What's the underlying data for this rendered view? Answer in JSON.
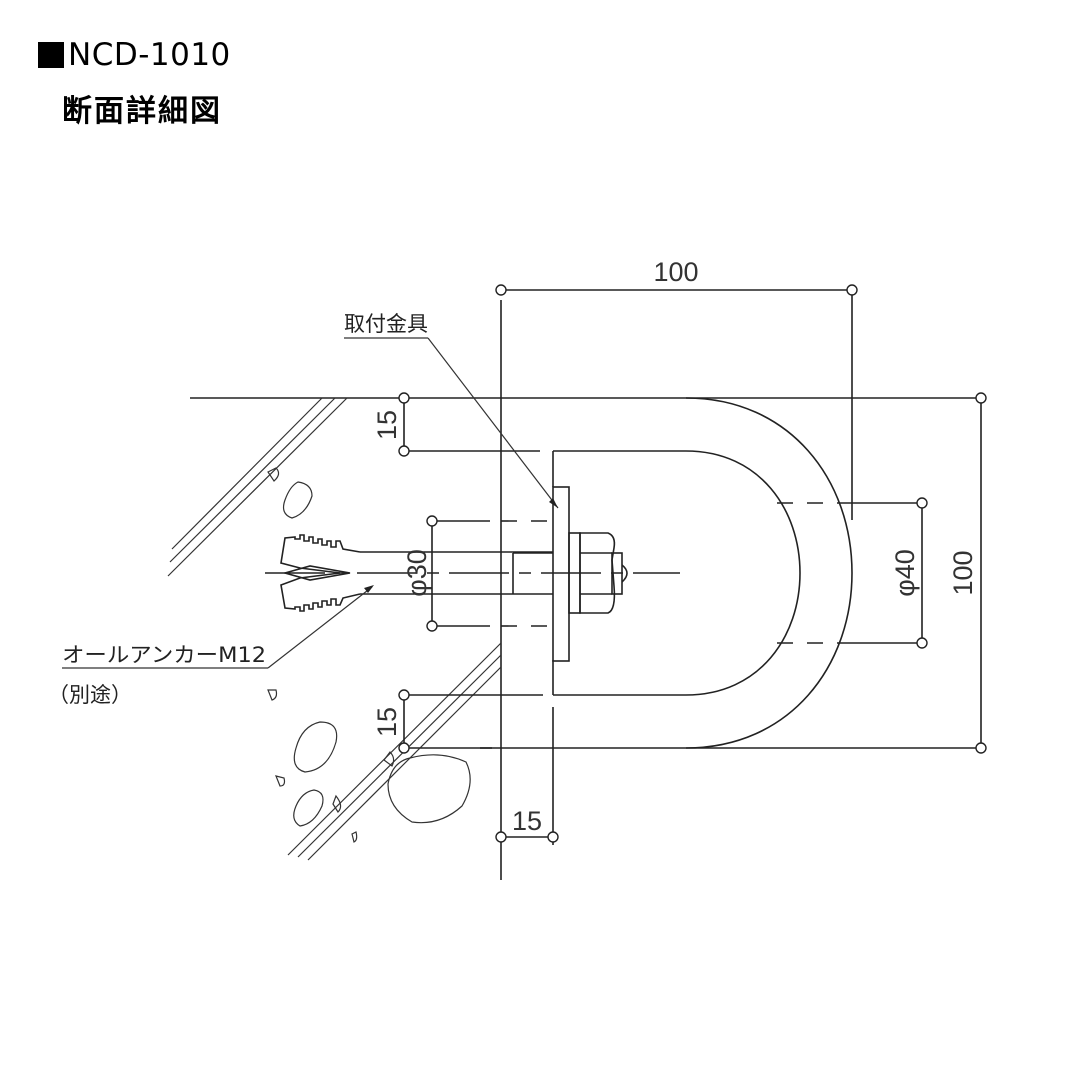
{
  "title": {
    "model": "NCD-1010",
    "subtitle": "断面詳細図"
  },
  "labels": {
    "bracket": "取付金具",
    "anchor": "オールアンカーM12",
    "anchor_note": "（別途）"
  },
  "dimensions": {
    "top_width": "100",
    "right_height": "100",
    "inner_diameter": "φ40",
    "anchor_diameter": "φ30",
    "top_offset": "15",
    "bottom_offset": "15",
    "plate_thickness": "15"
  },
  "colors": {
    "line": "#222222",
    "background": "#ffffff"
  }
}
